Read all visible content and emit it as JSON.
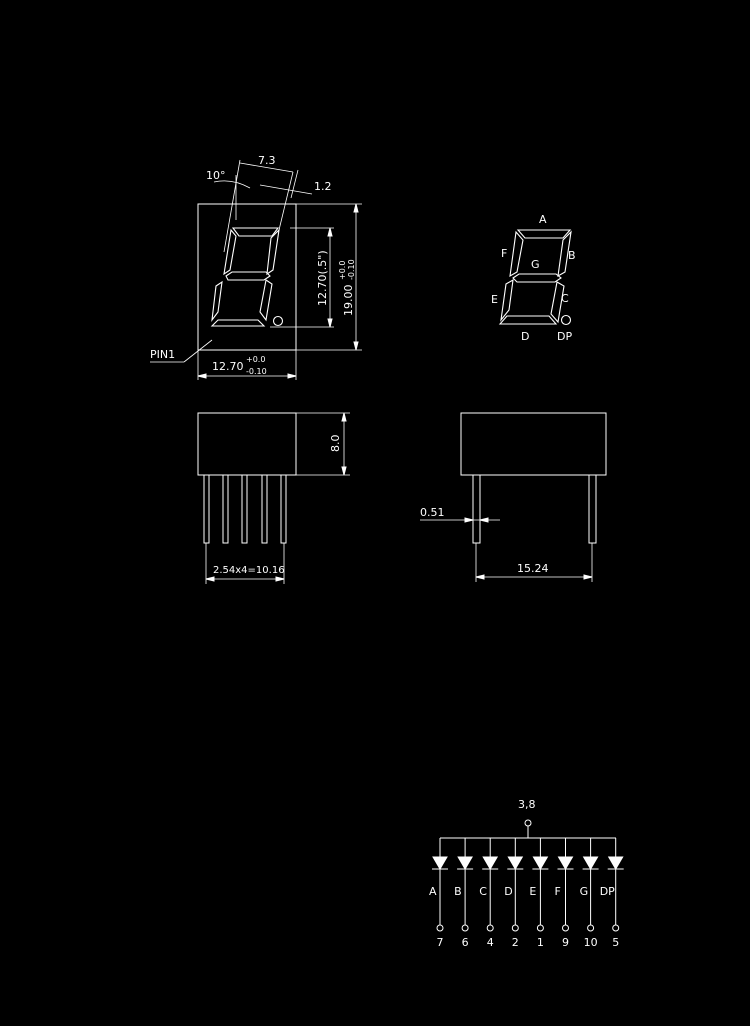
{
  "front_view": {
    "dim_angle": "10°",
    "dim_digit_width": "7.3",
    "dim_segment_width": "1.2",
    "dim_digit_height": "12.70(.5\")",
    "dim_body_height": "19.00",
    "dim_body_height_tol_plus": "+0.0",
    "dim_body_height_tol_minus": "-0.10",
    "dim_body_width": "12.70",
    "dim_body_width_tol_plus": "+0.0",
    "dim_body_width_tol_minus": "-0.10",
    "pin1_label": "PIN1"
  },
  "segment_map": {
    "labels": {
      "a": "A",
      "b": "B",
      "c": "C",
      "d": "D",
      "e": "E",
      "f": "F",
      "g": "G",
      "dp": "DP"
    }
  },
  "side_view": {
    "dim_height": "8.0",
    "dim_pin_pitch": "2.54x4=10.16"
  },
  "end_view": {
    "dim_pin_diameter": "0.51",
    "dim_row_spacing": "15.24"
  },
  "schematic": {
    "common_pins": "3,8",
    "segments": [
      "A",
      "B",
      "C",
      "D",
      "E",
      "F",
      "G",
      "DP"
    ],
    "pin_numbers": [
      "7",
      "6",
      "4",
      "2",
      "1",
      "9",
      "10",
      "5"
    ]
  },
  "colors": {
    "background": "#000000",
    "line": "#ffffff"
  }
}
